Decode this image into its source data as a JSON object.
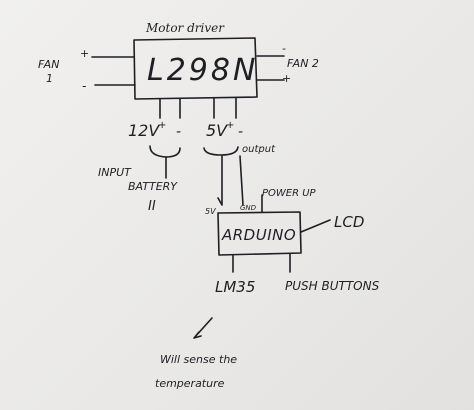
{
  "labels": {
    "motor_driver": "Motor driver",
    "chip": "L298N",
    "fan1_line1": "FAN",
    "fan1_line2": "1",
    "fan2": "FAN 2",
    "plus": "+",
    "minus": "-",
    "v12": "12V",
    "v5": "5V",
    "output": "output",
    "input": "INPUT",
    "battery": "BATTERY",
    "battery_sym": "II",
    "power_up": "POWER UP",
    "pin_5v": "5V",
    "pin_gnd": "GND",
    "arduino": "ARDUINO",
    "lcd": "LCD",
    "lm35": "LM35",
    "push_buttons": "PUSH BUTTONS",
    "note_line1": "Will sense the",
    "note_line2": "temperature"
  }
}
